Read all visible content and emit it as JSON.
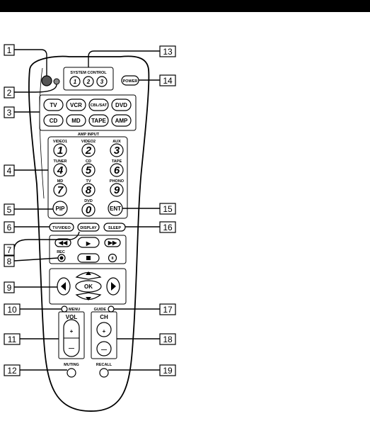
{
  "system_control": {
    "title": "SYSTEM CONTROL",
    "buttons": [
      "1",
      "2",
      "3"
    ]
  },
  "power_label": "POWER",
  "function_buttons": [
    "TV",
    "VCR",
    "CBL/SAT",
    "DVD",
    "CD",
    "MD",
    "TAPE",
    "AMP"
  ],
  "amp_input_label": "AMP INPUT",
  "number_keys": [
    {
      "digit": "1",
      "label": "VIDEO1"
    },
    {
      "digit": "2",
      "label": "VIDEO2"
    },
    {
      "digit": "3",
      "label": "AUX"
    },
    {
      "digit": "4",
      "label": "TUNER"
    },
    {
      "digit": "5",
      "label": "CD"
    },
    {
      "digit": "6",
      "label": "TAPE"
    },
    {
      "digit": "7",
      "label": "MD"
    },
    {
      "digit": "8",
      "label": "TV"
    },
    {
      "digit": "9",
      "label": "PHONO"
    },
    {
      "digit": "0",
      "label": "DVD"
    }
  ],
  "pip_label": "PIP",
  "ent_label": "ENT",
  "tv_video_label": "TV/VIDEO",
  "display_label": "DISPLAY",
  "sleep_label": "SLEEP",
  "rec_label": "REC",
  "ok_label": "OK",
  "menu_label": "MENU",
  "guide_label": "GUIDE",
  "vol_label": "VOL",
  "ch_label": "CH",
  "muting_label": "MUTING",
  "recall_label": "RECALL",
  "callouts": [
    "1",
    "2",
    "3",
    "4",
    "5",
    "6",
    "7",
    "8",
    "9",
    "10",
    "11",
    "12",
    "13",
    "14",
    "15",
    "16",
    "17",
    "18",
    "19"
  ]
}
